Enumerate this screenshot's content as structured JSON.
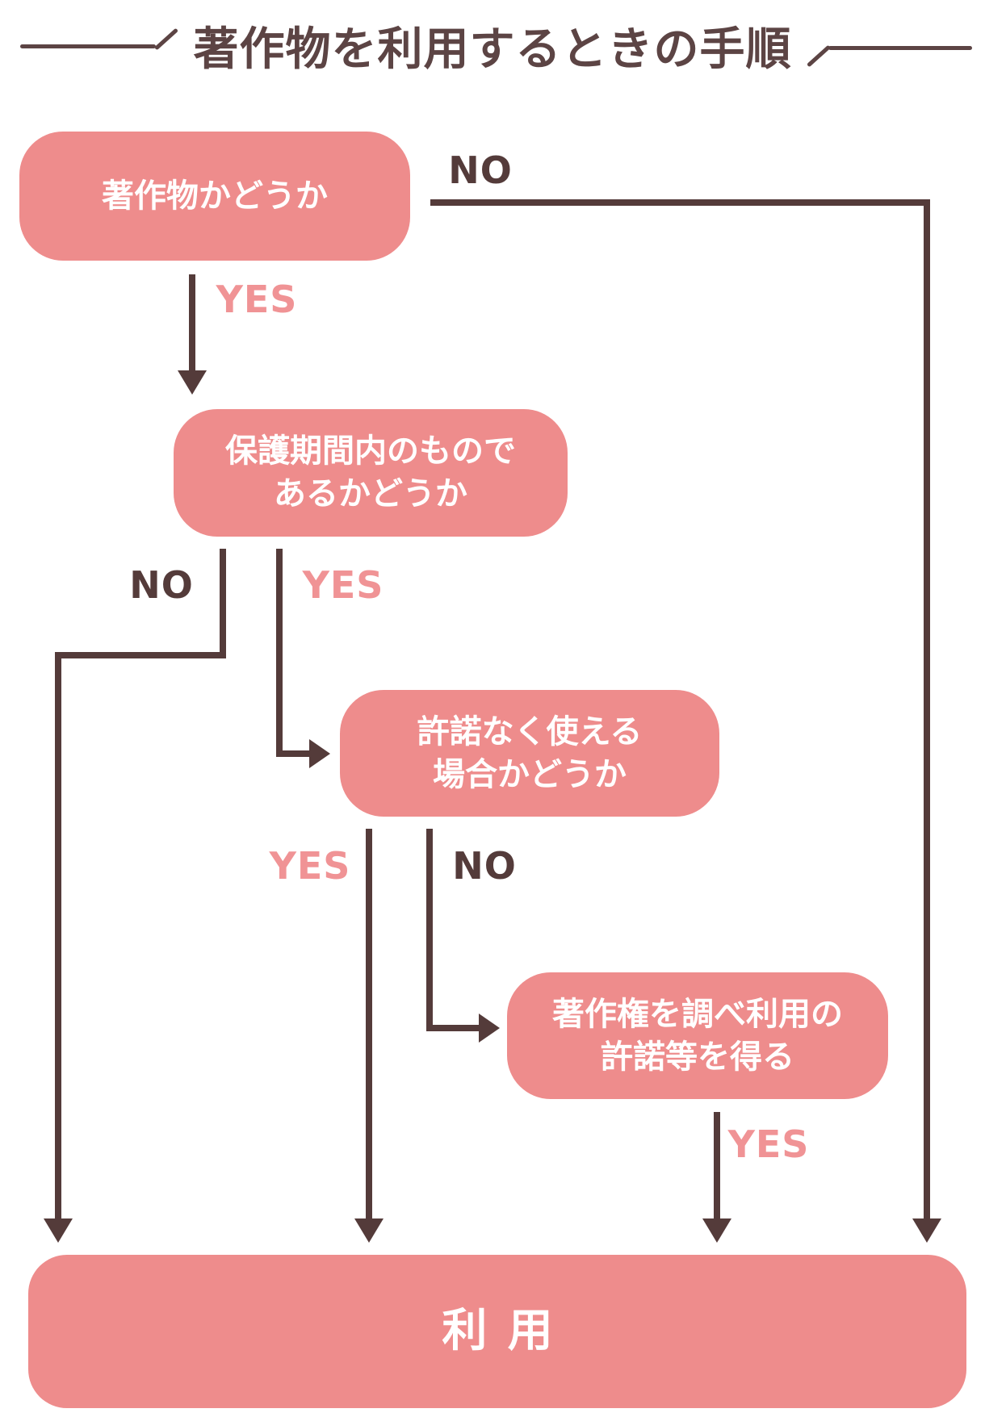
{
  "title": "著作物を利用するときの手順",
  "nodes": {
    "work": {
      "label": "著作物かどうか"
    },
    "period": {
      "line1": "保護期間内のもので",
      "line2": "あるかどうか"
    },
    "license": {
      "line1": "許諾なく使える",
      "line2": "場合かどうか"
    },
    "permission": {
      "line1": "著作権を調べ利用の",
      "line2": "許諾等を得る"
    },
    "use": {
      "label": "利用"
    }
  },
  "edges": {
    "work_no": "NO",
    "work_yes": "YES",
    "period_no": "NO",
    "period_yes": "YES",
    "license_yes": "YES",
    "license_no": "NO",
    "permission_yes": "YES"
  },
  "colors": {
    "box_pink": "#EE8C8C",
    "yes_label_pink": "#F09395",
    "line_brown": "#543B3A",
    "title_brown": "#5C4444",
    "box_text_white": "#FFFFFF"
  }
}
